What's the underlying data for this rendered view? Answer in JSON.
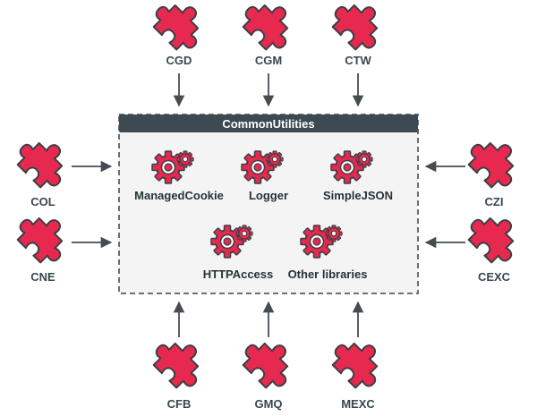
{
  "colors": {
    "accent": "#e8294f",
    "accent_stroke": "#3b3f45",
    "header_bg": "#3d4a52",
    "box_bg": "#f4f4f4",
    "border": "#555f66",
    "text": "#37474f"
  },
  "container": {
    "title": "CommonUtilities"
  },
  "libraries": [
    {
      "label": "ManagedCookie",
      "icon": "gears-icon"
    },
    {
      "label": "Logger",
      "icon": "gears-icon"
    },
    {
      "label": "SimpleJSON",
      "icon": "gears-icon"
    },
    {
      "label": "HTTPAccess",
      "icon": "gears-icon"
    },
    {
      "label": "Other libraries",
      "icon": "gears-icon"
    }
  ],
  "modules": {
    "top": [
      {
        "label": "CGD",
        "icon": "puzzle-piece-icon"
      },
      {
        "label": "CGM",
        "icon": "puzzle-piece-icon"
      },
      {
        "label": "CTW",
        "icon": "puzzle-piece-icon"
      }
    ],
    "left": [
      {
        "label": "COL",
        "icon": "puzzle-piece-icon"
      },
      {
        "label": "CNE",
        "icon": "puzzle-piece-icon"
      }
    ],
    "right": [
      {
        "label": "CZI",
        "icon": "puzzle-piece-icon"
      },
      {
        "label": "CEXC",
        "icon": "puzzle-piece-icon"
      }
    ],
    "bottom": [
      {
        "label": "CFB",
        "icon": "puzzle-piece-icon"
      },
      {
        "label": "GMQ",
        "icon": "puzzle-piece-icon"
      },
      {
        "label": "MEXC",
        "icon": "puzzle-piece-icon"
      }
    ]
  }
}
